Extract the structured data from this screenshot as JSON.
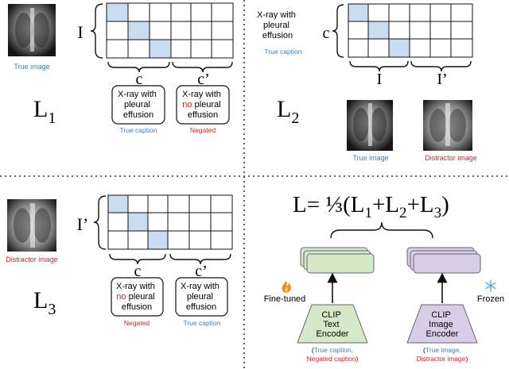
{
  "panel_l1": {
    "true_image_label": "True image",
    "row_label": "I",
    "col_label_left": "c",
    "col_label_right": "c’",
    "caption_true_line1": "X-ray with",
    "caption_true_line2": "pleural",
    "caption_true_line3": "effusion",
    "caption_neg_line1": "X-ray with",
    "caption_neg_no": "no",
    "caption_neg_line2_rest": " pleural",
    "caption_neg_line3": "effusion",
    "true_caption_label": "True caption",
    "negated_label": "Negated",
    "loss_label": "L",
    "loss_sub": "1"
  },
  "panel_l2": {
    "caption_line1": "X-ray with",
    "caption_line2": "pleural",
    "caption_line3": "effusion",
    "true_caption_label": "True caption",
    "row_label": "c",
    "col_label_left": "I",
    "col_label_right": "I’",
    "true_image_label": "True image",
    "distractor_label": "Distractor image",
    "loss_label": "L",
    "loss_sub": "2"
  },
  "panel_l3": {
    "distractor_label": "Distractor image",
    "row_label": "I’",
    "col_label_left": "c",
    "col_label_right": "c’",
    "caption_neg_line1": "X-ray with",
    "caption_neg_no": "no",
    "caption_neg_line2_rest": " pleural",
    "caption_neg_line3": "effusion",
    "caption_true_line1": "X-ray with",
    "caption_true_line2": "pleural",
    "caption_true_line3": "effusion",
    "negated_label": "Negated",
    "true_caption_label": "True caption",
    "loss_label": "L",
    "loss_sub": "3"
  },
  "panel_total": {
    "eq_prefix": "L= ⅓(L",
    "sub1": "1",
    "plus1": "+L",
    "sub2": "2",
    "plus2": "+L",
    "sub3": "3",
    "close": ")",
    "fine_tuned_label": "Fine-tuned",
    "frozen_label": "Frozen",
    "text_encoder_line1": "CLIP",
    "text_encoder_line2": "Text",
    "text_encoder_line3": "Encoder",
    "image_encoder_line1": "CLIP",
    "image_encoder_line2": "Image",
    "image_encoder_line3": "Encoder",
    "text_inputs_line1_open": "(",
    "text_inputs_line1": "True caption,",
    "text_inputs_line2": "Negated caption",
    "text_inputs_line2_close": ")",
    "image_inputs_line1_open": "(",
    "image_inputs_line1": "True image,",
    "image_inputs_line2": "Distractor image",
    "image_inputs_line2_close": ")"
  },
  "colors": {
    "highlight_cell": "#c9dcf0",
    "blue_text": "#3a7fc4",
    "red_text": "#e02020",
    "text_enc_fill": "#d5e8c8",
    "image_enc_fill": "#d7cde6",
    "divider": "#333333"
  },
  "icons": {
    "fire": "fire-icon",
    "snowflake": "snowflake-icon"
  }
}
